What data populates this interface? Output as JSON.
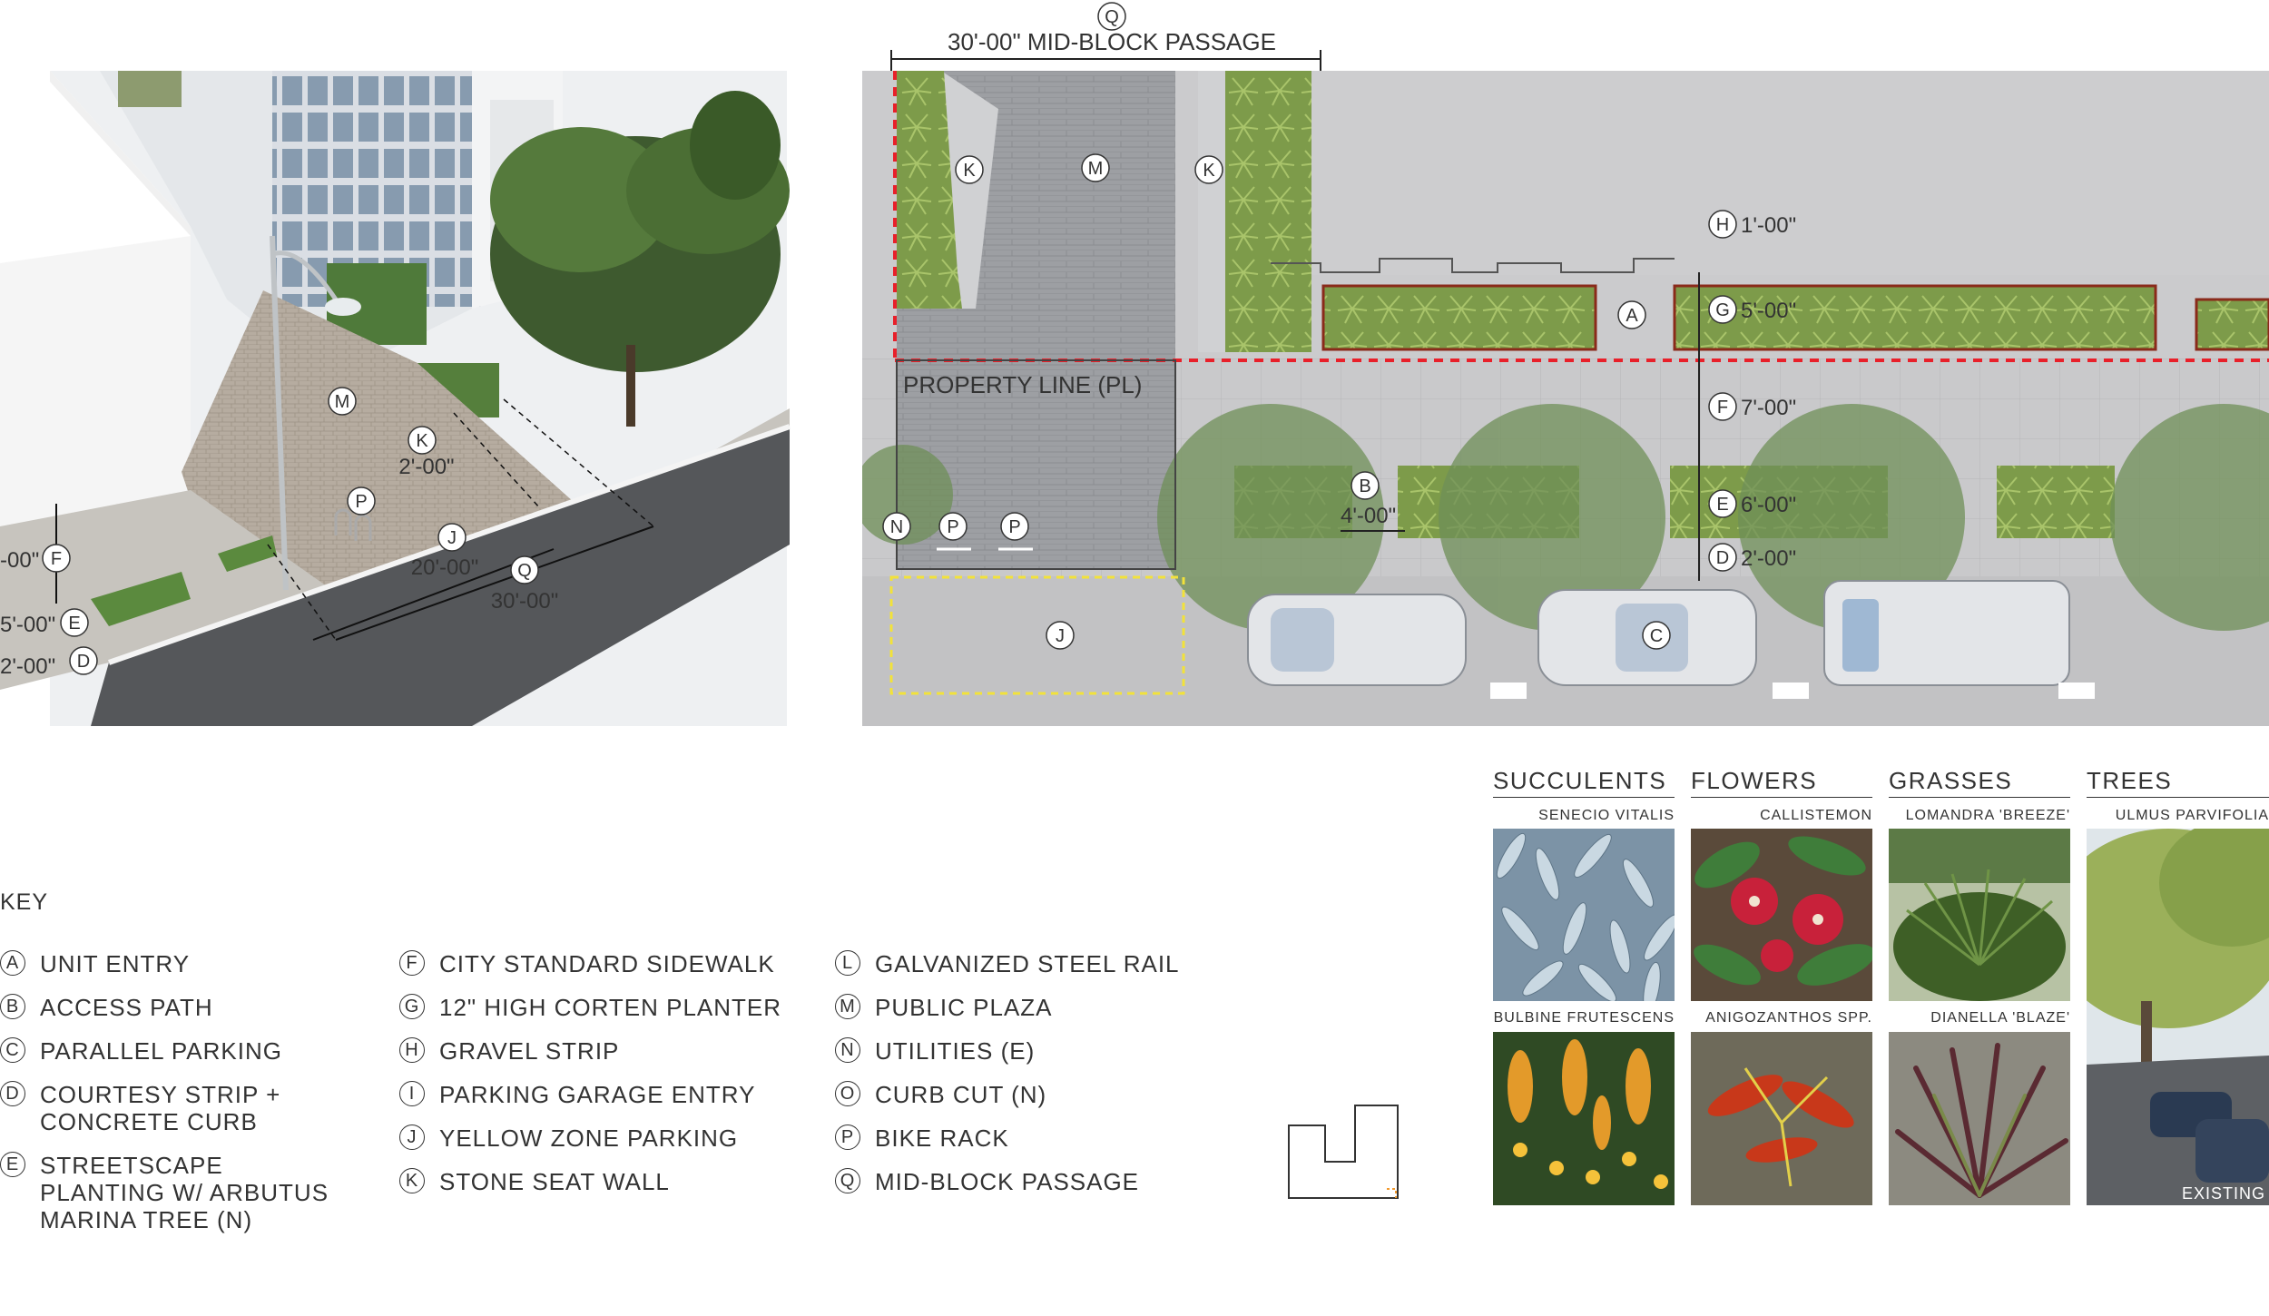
{
  "plan": {
    "passage_label": "30'-00\" MID-BLOCK PASSAGE",
    "property_line": "PROPERTY LINE (PL)",
    "tag_q": "Q",
    "tag_k": "K",
    "tag_m": "M",
    "tag_h": "H",
    "tag_g": "G",
    "tag_a": "A",
    "tag_f": "F",
    "tag_b": "B",
    "tag_e": "E",
    "tag_d": "D",
    "tag_n": "N",
    "tag_p": "P",
    "tag_j": "J",
    "tag_c": "C",
    "dim_h": "1'-00\"",
    "dim_g": "5'-00\"",
    "dim_f": "7'-00\"",
    "dim_e": "6'-00\"",
    "dim_d": "2'-00\"",
    "dim_b": "4'-00\""
  },
  "persp": {
    "dim_k": "2'-00\"",
    "dim_j": "20'-00\"",
    "dim_q": "30'-00\"",
    "dim_f": "-00\"",
    "dim_e": "5'-00\"",
    "dim_d": "2'-00\"",
    "tag_m": "M",
    "tag_k": "K",
    "tag_p": "P",
    "tag_j": "J",
    "tag_q": "Q",
    "tag_f": "F",
    "tag_e": "E",
    "tag_d": "D"
  },
  "key": {
    "title": "KEY",
    "items": [
      {
        "letter": "A",
        "text": "UNIT ENTRY"
      },
      {
        "letter": "B",
        "text": "ACCESS PATH"
      },
      {
        "letter": "C",
        "text": "PARALLEL PARKING"
      },
      {
        "letter": "D",
        "text": "COURTESY STRIP +\nCONCRETE CURB"
      },
      {
        "letter": "E",
        "text": "STREETSCAPE\nPLANTING W/ ARBUTUS\nMARINA TREE (N)"
      },
      {
        "letter": "F",
        "text": "CITY STANDARD SIDEWALK"
      },
      {
        "letter": "G",
        "text": "12\" HIGH CORTEN PLANTER"
      },
      {
        "letter": "H",
        "text": "GRAVEL STRIP"
      },
      {
        "letter": "I",
        "text": "PARKING GARAGE ENTRY"
      },
      {
        "letter": "J",
        "text": "YELLOW ZONE PARKING"
      },
      {
        "letter": "K",
        "text": "STONE SEAT WALL"
      },
      {
        "letter": "L",
        "text": "GALVANIZED STEEL RAIL"
      },
      {
        "letter": "M",
        "text": "PUBLIC PLAZA"
      },
      {
        "letter": "N",
        "text": "UTILITIES (E)"
      },
      {
        "letter": "O",
        "text": "CURB CUT (N)"
      },
      {
        "letter": "P",
        "text": "BIKE RACK"
      },
      {
        "letter": "Q",
        "text": "MID-BLOCK PASSAGE"
      }
    ]
  },
  "palette": {
    "categories": [
      "SUCCULENTS",
      "FLOWERS",
      "GRASSES",
      "TREES"
    ],
    "plants_top": [
      "SENECIO VITALIS",
      "CALLISTEMON",
      "LOMANDRA 'BREEZE'",
      "ULMUS PARVIFOLIA"
    ],
    "plants_bottom": [
      "BULBINE FRUTESCENS",
      "ANIGOZANTHOS SPP.",
      "DIANELLA 'BLAZE'"
    ],
    "existing_label": "EXISTING"
  },
  "colors": {
    "property_line": "#e8202a",
    "yellow_zone": "#f2e23a",
    "corten": "#8a2a1a",
    "paving": "#a8a8aa",
    "planting": "#7e9a4a",
    "tree_canopy": "#6f8f58",
    "accent_orange": "#f29a2e"
  }
}
